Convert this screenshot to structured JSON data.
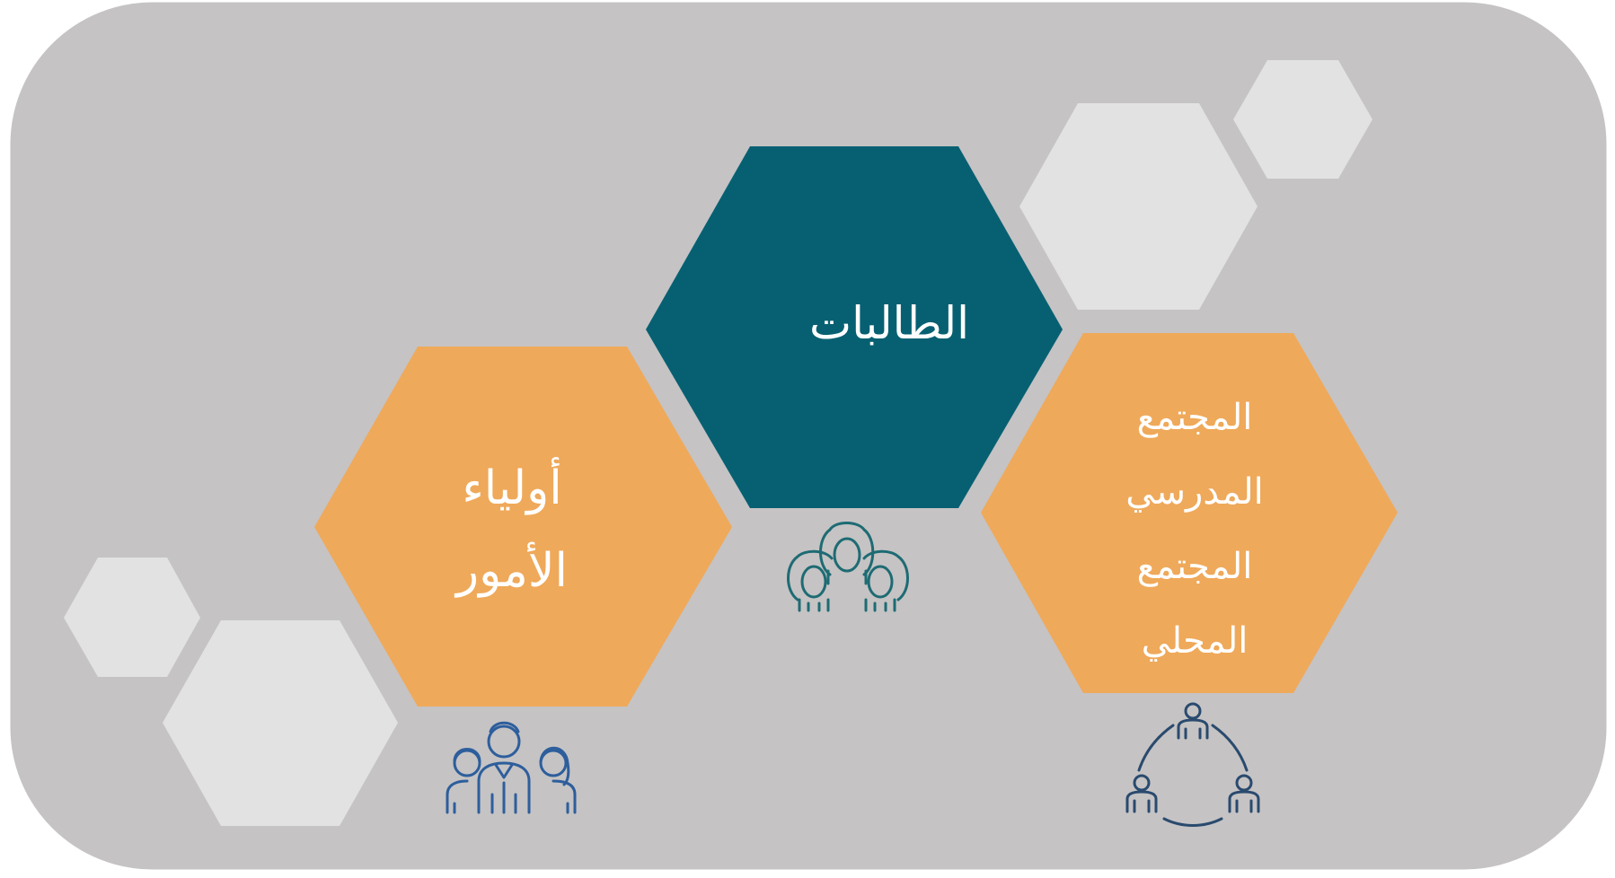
{
  "colors": {
    "panel_fill": "#c5c3c4",
    "panel_border": "#ffffff",
    "decor_hex_fill": "#e2e2e2",
    "center_hex_fill": "#076072",
    "side_hex_fill": "#efa95a",
    "students_icon_color": "#1e6b73",
    "parents_icon_color": "#2d5e9c",
    "community_icon_color": "#2a4a6e",
    "label_text_color": "#ffffff"
  },
  "hexagons": {
    "students": {
      "lines": [
        "الطالبات"
      ],
      "icon": "female-students-group-icon"
    },
    "parents": {
      "lines": [
        "أولياء",
        "الأمور"
      ],
      "icon": "parents-group-icon"
    },
    "community": {
      "lines": [
        "المجتمع",
        "المدرسي",
        "المجتمع",
        "المحلي"
      ],
      "icon": "community-network-icon"
    }
  }
}
